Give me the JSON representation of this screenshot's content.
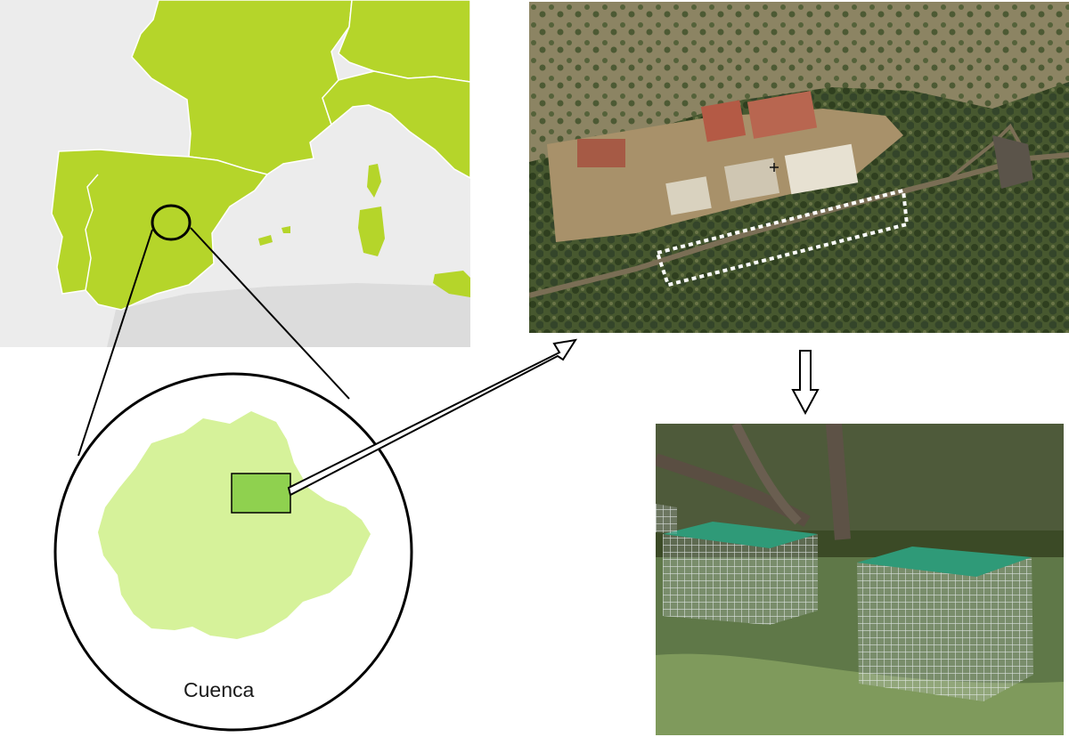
{
  "region": {
    "name": "Cuenca"
  },
  "colors": {
    "country_fill": "#b5d52a",
    "region_fill": "#d6f29a",
    "study_area_fill": "#8fd14f",
    "sea": "#ececec",
    "border_line": "#ffffff",
    "outline": "#000000"
  },
  "panels": [
    {
      "id": "europe-map",
      "kind": "map"
    },
    {
      "id": "cuenca-inset",
      "kind": "map"
    },
    {
      "id": "satellite-view",
      "kind": "photo"
    },
    {
      "id": "field-photo",
      "kind": "photo"
    }
  ]
}
